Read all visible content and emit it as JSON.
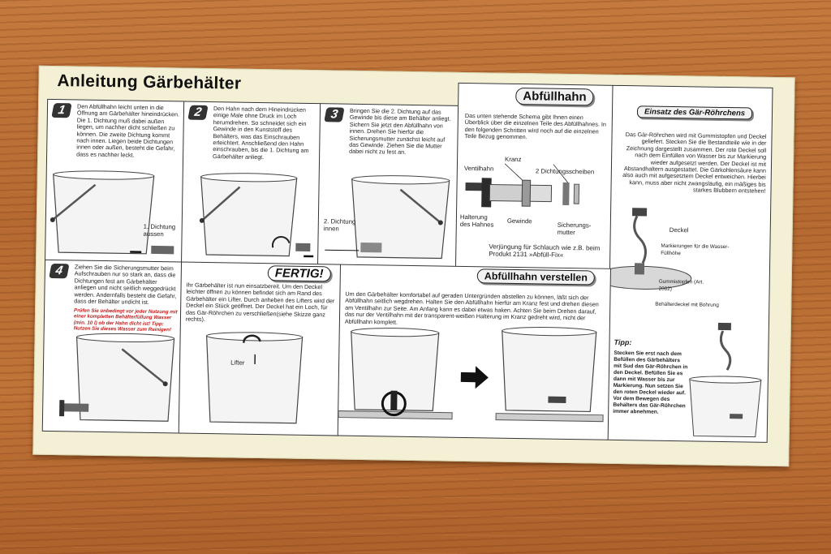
{
  "sheet": {
    "title": "Anleitung Gärbehälter",
    "steps": [
      {
        "number": "1",
        "text": "Den Abfüllhahn leicht unten in die Öffnung am Gärbehälter hineindrücken. Die 1. Dichtung muß dabei außen liegen, um nachher dicht schließen zu können. Die zweite Dichtung kommt nach innen. Liegen beide Dichtungen innen oder außen, besteht die Gefahr, dass es nachher leckt.",
        "label": "1. Dichtung aussen"
      },
      {
        "number": "2",
        "text": "Den Hahn nach dem Hineindrücken einige Male ohne Druck im Loch herumdrehen. So schneidet sich ein Gewinde in den Kunststoff des Behälters, was das Einschrauben erleichtert. Anschließend den Hahn einschrauben, bis die 1. Dichtung am Gärbehälter anliegt."
      },
      {
        "number": "3",
        "text": "Bringen Sie die 2. Dichtung auf das Gewinde bis diese am Behälter anliegt. Sichern Sie jetzt den Abfüllhahn von innen. Drehen Sie hierfür die Sicherungsmutter zunächst leicht auf das Gewinde. Ziehen Sie die Mutter dabei nicht zu fest an.",
        "label": "2. Dichtung innen"
      },
      {
        "number": "4",
        "text": "Ziehen Sie die Sicherungsmutter beim Aufschrauben nur so stark an, dass die Dichtungen fest am Gärbehälter anliegen und nicht seitlich weggedrückt werden. Andernfalls besteht die Gefahr, dass der Behälter undicht ist.",
        "warning": "Prüfen Sie unbedingt vor jeder Nutzung mit einer kompletten Behälterfüllung Wasser (min. 10 l) ob der Hahn dicht ist! Tipp: Nutzen Sie dieses Wasser zum Reinigen!"
      }
    ],
    "fertig": {
      "heading": "FERTIG!",
      "text": "Ihr Gärbehälter ist nun einsatzbereit. Um den Deckel leichter öffnen zu können befindet sich am Rand des Gärbehälter ein Lifter. Durch anheben des Lifters wird der Deckel ein Stück geöffnet. Der Deckel hat ein Loch, für das Gär-Röhrchen zu verschließen(siehe Skizze ganz rechts).",
      "lifter_label": "Lifter"
    },
    "abfuellhahn": {
      "heading": "Abfüllhahn",
      "text": "Das unten stehende Schema gibt Ihnen einen Überblick über die einzelnen Teile des Abfüllhahnes. In den folgenden Schritten wird noch auf die einzelnen Teile Bezug genommen.",
      "labels": {
        "ventilhahn": "Ventilhahn",
        "kranz": "Kranz",
        "dichtungsscheiben": "2 Dichtungsscheiben",
        "halterung": "Halterung des Hahnes",
        "gewinde": "Gewinde",
        "sicherungsmutter": "Sicherungs-mutter",
        "verjuengung": "Verjüngung für Schlauch wie z.B. beim Produkt 2131 »Abfüll-Fix«"
      }
    },
    "verstellen": {
      "heading": "Abfüllhahn verstellen",
      "text": "Um den Gärbehälter komfortabel auf geraden Untergründen abstellen zu können, läßt sich der Abfüllhahn seitlich wegdrehen. Halten Sie den Abfüllhahn hierfür am Kranz fest und drehen diesen am Ventilhahn zur Seite. Am Anfang kann es dabei etwas haken. Achten Sie beim Drehen darauf, das nur der Ventilhahn mit der transparent-weißen Halterung im Kranz gedreht wird, nicht der Abfüllhahn komplett."
    },
    "einsatz": {
      "heading": "Einsatz des Gär-Röhrchens",
      "text": "Das Gär-Röhrchen wird mit Gummistopfen und Deckel geliefert. Stecken Sie die Bestandteile wie in der Zeichnung dargestellt zusammen. Der rote Deckel soll nach dem Einfüllen von Wasser bis zur Markierung wieder aufgesetzt werden. Der Deckel ist mit Abstandhaltern ausgestattet. Die Gärkohlensäure kann also auch mit aufgesetztem Deckel entweichen. Hierbei kann, muss aber nicht zwangsläufig, ein mäßiges bis starkes Blubbern entstehen!",
      "labels": {
        "deckel": "Deckel",
        "markierungen": "Markierungen für die Wasser-Füllhöhe",
        "gummistopfen": "Gummistopfen (Art. 2002)",
        "behaelterdeckel": "Behälterdeckel mit Bohrung"
      },
      "tipp_heading": "Tipp:",
      "tipp_text": "Stecken Sie erst nach dem Befüllen des Gärbehälters mit Sud das Gär-Röhrchen in den Deckel. Befüllen Sie es dann mit Wasser bis zur Markierung. Nun setzen Sie den roten Deckel wieder auf. Vor dem Bewegen des Behälters das Gär-Röhrchen immer abnehmen."
    }
  }
}
